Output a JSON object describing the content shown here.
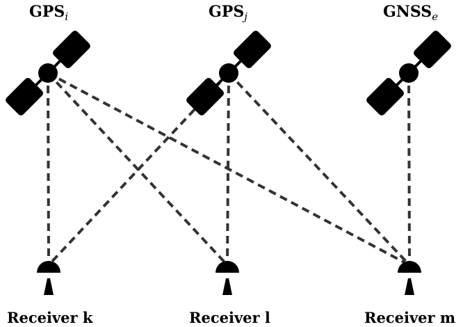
{
  "satellites": [
    {
      "id": "gps-i",
      "label": "GPS",
      "subscript": "i"
    },
    {
      "id": "gps-j",
      "label": "GPS",
      "subscript": "j"
    },
    {
      "id": "gnss-e",
      "label": "GNSS",
      "subscript": "e"
    }
  ],
  "receivers": [
    {
      "id": "receiver-k",
      "label": "Receiver k"
    },
    {
      "id": "receiver-l",
      "label": "Receiver l"
    },
    {
      "id": "receiver-m",
      "label": "Receiver m"
    }
  ],
  "links": [
    {
      "from": "gps-i",
      "to": "receiver-k"
    },
    {
      "from": "gps-i",
      "to": "receiver-l"
    },
    {
      "from": "gps-i",
      "to": "receiver-m"
    },
    {
      "from": "gps-j",
      "to": "receiver-k"
    },
    {
      "from": "gps-j",
      "to": "receiver-l"
    },
    {
      "from": "gps-j",
      "to": "receiver-m"
    },
    {
      "from": "gnss-e",
      "to": "receiver-m"
    }
  ],
  "colors": {
    "ink": "#000000",
    "link": "#333333",
    "background": "#ffffff"
  }
}
